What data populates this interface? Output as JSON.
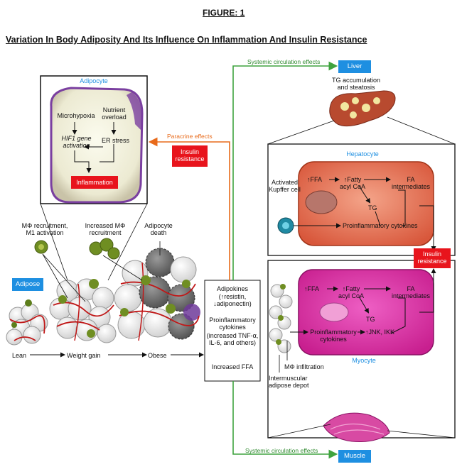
{
  "figure_label": "FIGURE: 1",
  "caption": "Variation In Body Adiposity And Its Influence On Inflammation And Insulin Resistance",
  "adipocyte_panel": {
    "tag": "Adipocyte",
    "microhypoxia": "Microhypoxia",
    "nutrient_overload": "Nutrient overload",
    "hif1_activation": "HIF1 gene activation",
    "er_stress": "ER stress",
    "inflammation": "Inflammation"
  },
  "paracrine_effects": "Paracrine effects",
  "insulin_resistance_mid": "Insulin resistance",
  "adipose": {
    "tag": "Adipose",
    "m_phi_recruitment": "MΦ recruitment, M1 activation",
    "increased_m_phi": "Increased MΦ recruitment",
    "adipocyte_death": "Adipocyte death",
    "lean": "Lean",
    "weight_gain": "Weight gain",
    "obese": "Obese"
  },
  "factors": {
    "adipokines": "Adipokines",
    "resistin": "(↑resistin,",
    "adiponectin": "↓adiponectin)",
    "proinflammatory": "Proinflammatory cytokines",
    "increased_list": "(increased TNF-α, IL-6, and others)",
    "increased_ffa": "Increased FFA"
  },
  "systemic_top": "Systemic circulation effects",
  "systemic_bottom": "Systemic circulation effects",
  "liver": {
    "tag": "Liver",
    "tg_accumulation": "TG accumulation and steatosis"
  },
  "hepatocyte": {
    "tag": "Hepatocyte",
    "kupffer": "Activated Kupffer cell",
    "ffa": "↑FFA",
    "fatty_acyl": "↑Fatty acyl CoA",
    "fa_intermediates": "FA intermediates",
    "tg": "TG",
    "cytokines": "Proinflammatory cytokines"
  },
  "insulin_resistance_right": "Insulin resistance",
  "myocyte": {
    "tag": "Myocyte",
    "ffa": "↑FFA",
    "fatty_acyl": "↑Fatty acyl CoA",
    "fa_intermediates": "FA intermediates",
    "tg": "TG",
    "cytokines": "Proinflammatory cytokines",
    "jnk_ikk": "↑JNK, IKK",
    "m_phi_infiltration": "MΦ infiltration",
    "intermuscular": "Intermuscular adipose depot"
  },
  "muscle": {
    "tag": "Muscle"
  },
  "colors": {
    "green_arrow": "#3fa33f",
    "orange_arrow": "#e86a1a",
    "red_box": "#e8141c",
    "blue_tag": "#1e8fe1",
    "hepatocyte_fill": "#e8785e",
    "myocyte_fill": "#d93aa7"
  }
}
